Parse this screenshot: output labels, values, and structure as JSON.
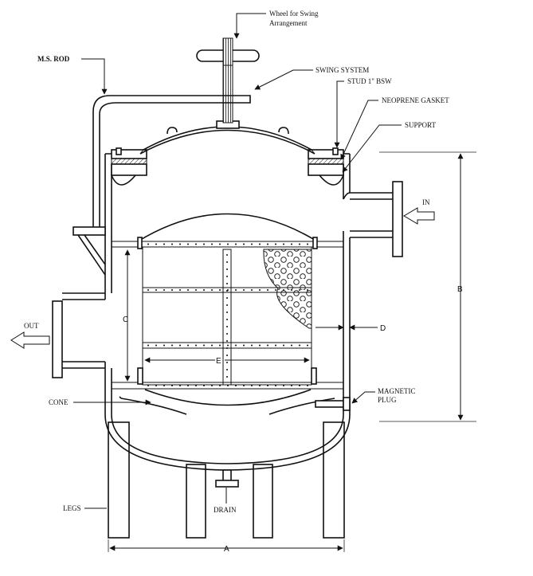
{
  "labels": {
    "wheel_line1": "Wheel for Swing",
    "wheel_line2": "Arrangement",
    "ms_rod": "M.S. ROD",
    "swing_system": "SWING SYSTEM",
    "stud": "STUD 1\" BSW",
    "neoprene_gasket": "NEOPRENE GASKET",
    "support": "SUPPORT",
    "in": "IN",
    "out": "OUT",
    "cone": "CONE",
    "magnetic_line1": "MAGNETIC",
    "magnetic_line2": "PLUG",
    "legs": "LEGS",
    "drain": "DRAIN"
  },
  "dimensions": {
    "a": "A",
    "b": "B",
    "c": "C",
    "d": "D",
    "e": "E"
  }
}
